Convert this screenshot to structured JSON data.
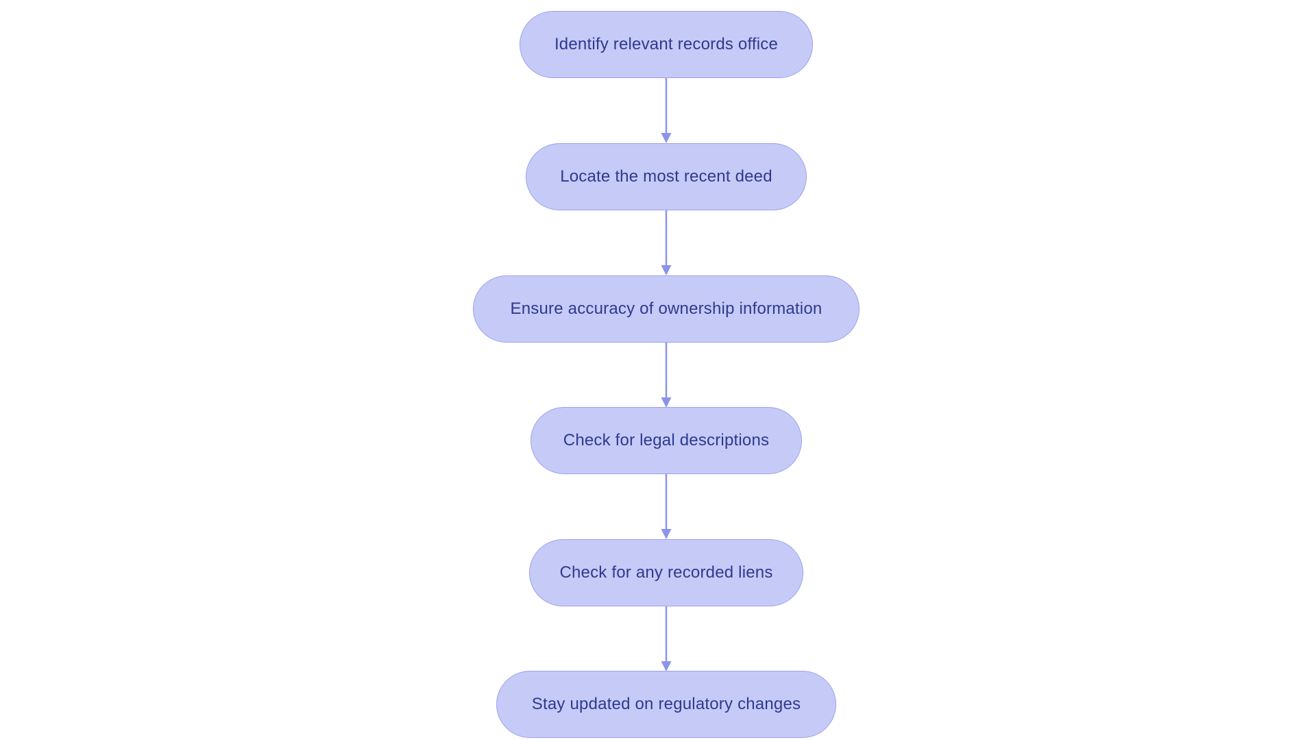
{
  "diagram": {
    "type": "flowchart",
    "direction": "top-down",
    "background": "#ffffff",
    "colors": {
      "node_fill": "#c6caf7",
      "node_border": "#9ba2ec",
      "node_text": "#2d3a8f",
      "arrow": "#8b93ea"
    },
    "nodes": [
      {
        "id": "step-1",
        "label": "Identify relevant records office"
      },
      {
        "id": "step-2",
        "label": "Locate the most recent deed"
      },
      {
        "id": "step-3",
        "label": "Ensure accuracy of ownership information"
      },
      {
        "id": "step-4",
        "label": "Check for legal descriptions"
      },
      {
        "id": "step-5",
        "label": "Check for any recorded liens"
      },
      {
        "id": "step-6",
        "label": "Stay updated on regulatory changes"
      }
    ],
    "edges": [
      {
        "from": "step-1",
        "to": "step-2"
      },
      {
        "from": "step-2",
        "to": "step-3"
      },
      {
        "from": "step-3",
        "to": "step-4"
      },
      {
        "from": "step-4",
        "to": "step-5"
      },
      {
        "from": "step-5",
        "to": "step-6"
      }
    ]
  }
}
